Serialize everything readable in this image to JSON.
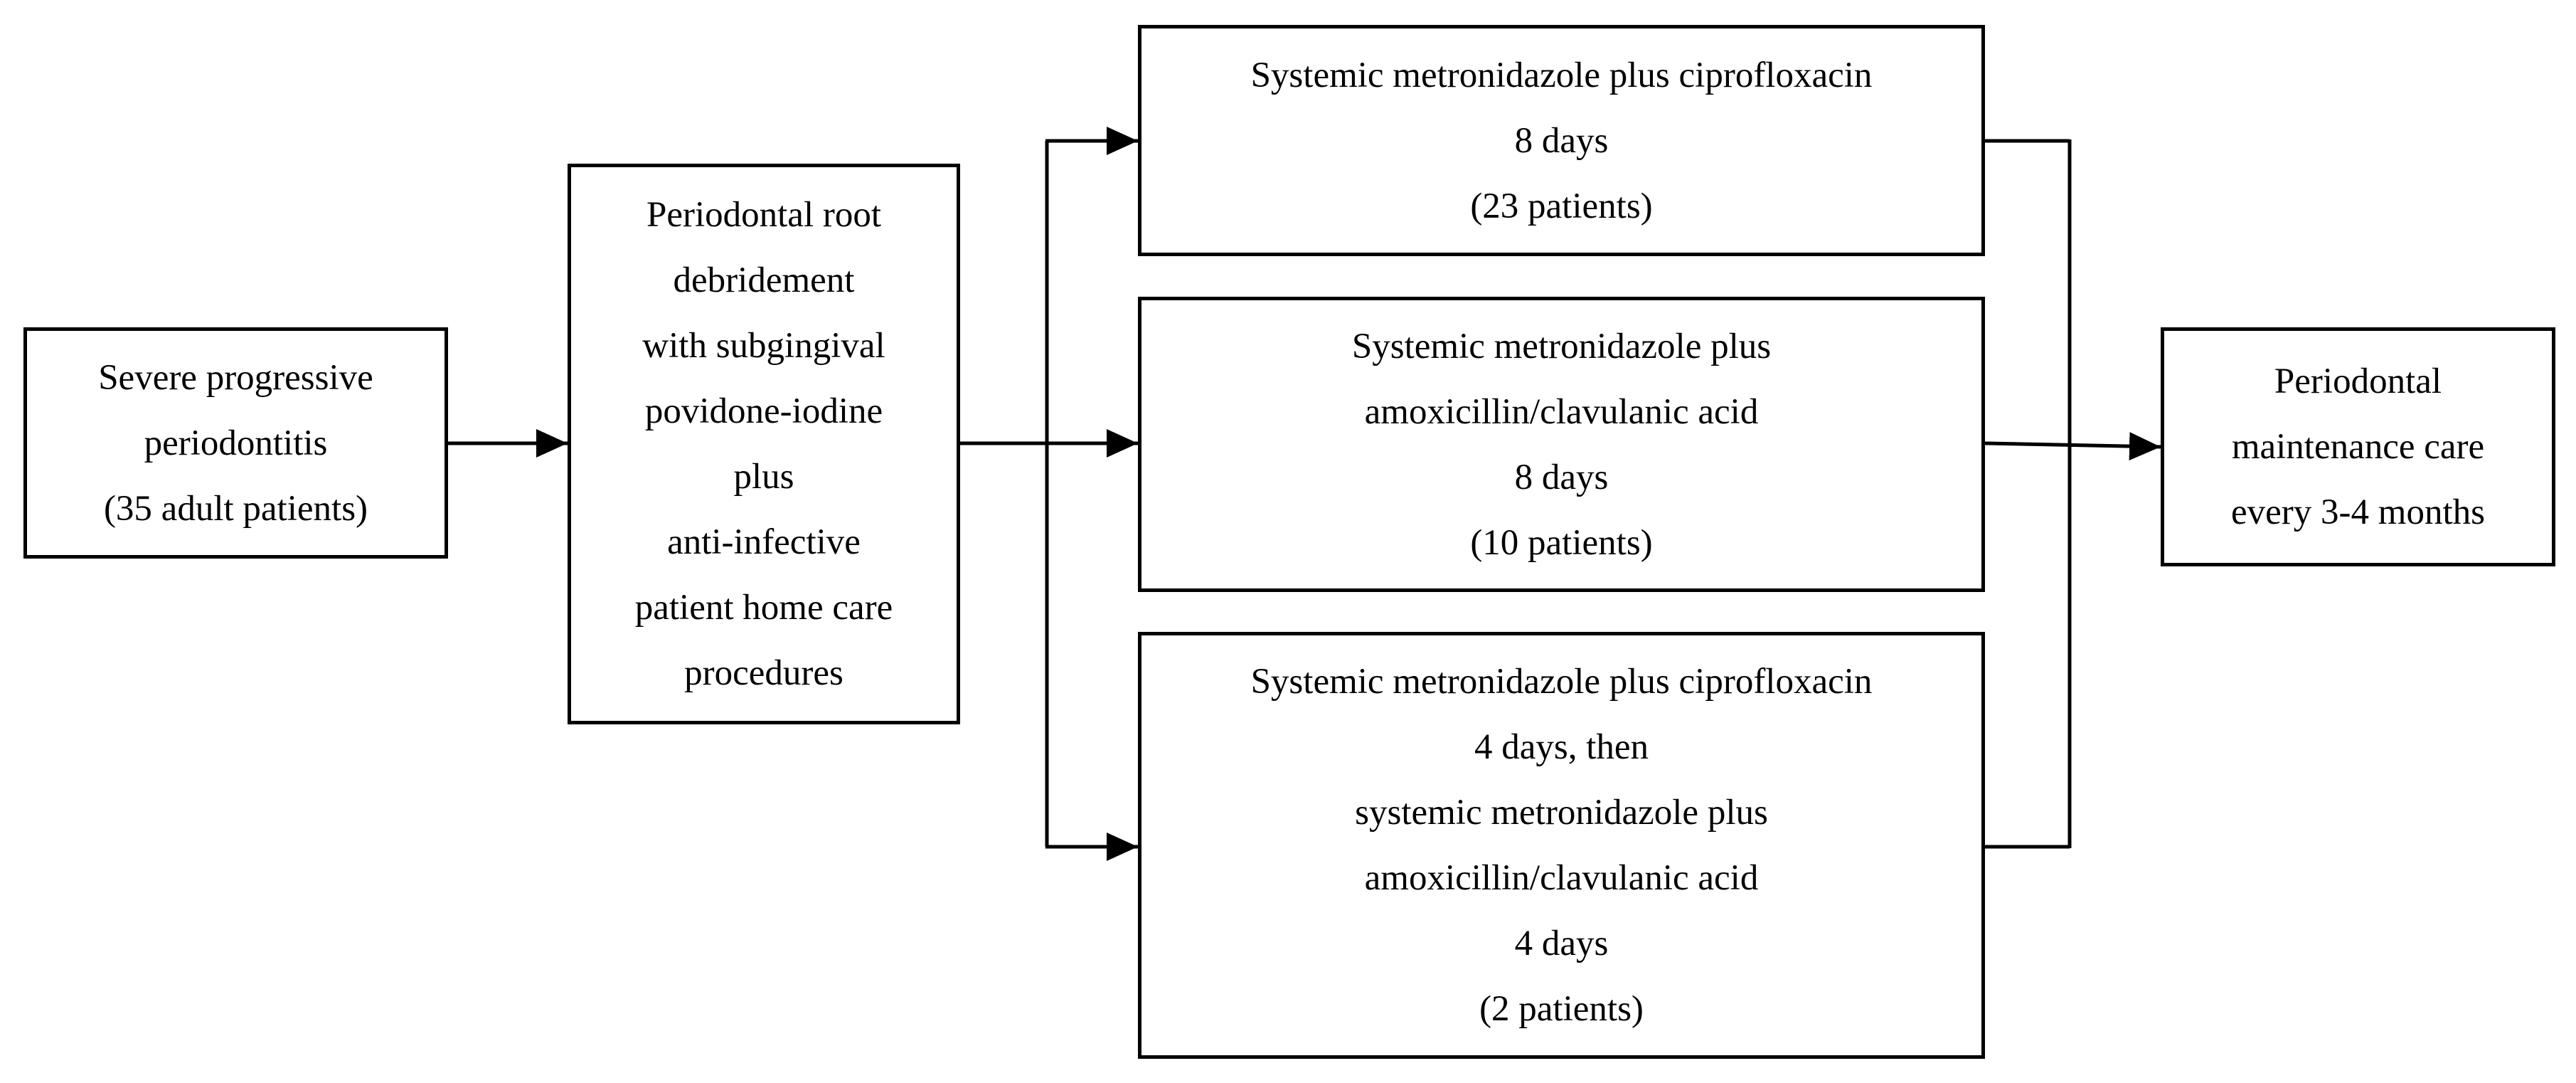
{
  "diagram": {
    "start_box": {
      "lines": [
        "Severe progressive",
        "periodontitis",
        "(35 adult patients)"
      ]
    },
    "debridement_box": {
      "lines": [
        "Periodontal root",
        "debridement",
        "with subgingival",
        "povidone-iodine",
        "plus",
        "anti-infective",
        "patient home care",
        "procedures"
      ]
    },
    "regimen_top_box": {
      "lines": [
        "Systemic metronidazole plus ciprofloxacin",
        "8 days",
        "(23 patients)"
      ]
    },
    "regimen_middle_box": {
      "lines": [
        "Systemic metronidazole plus",
        "amoxicillin/clavulanic acid",
        "8 days",
        "(10 patients)"
      ]
    },
    "regimen_bottom_box": {
      "lines": [
        "Systemic metronidazole plus ciprofloxacin",
        "4 days, then",
        "systemic metronidazole plus",
        "amoxicillin/clavulanic acid",
        "4 days",
        "(2 patients)"
      ]
    },
    "maintenance_box": {
      "lines": [
        "Periodontal",
        "maintenance care",
        "every 3-4 months"
      ]
    },
    "colors": {
      "stroke": "#000000",
      "fill": "#ffffff",
      "text": "#000000"
    }
  }
}
